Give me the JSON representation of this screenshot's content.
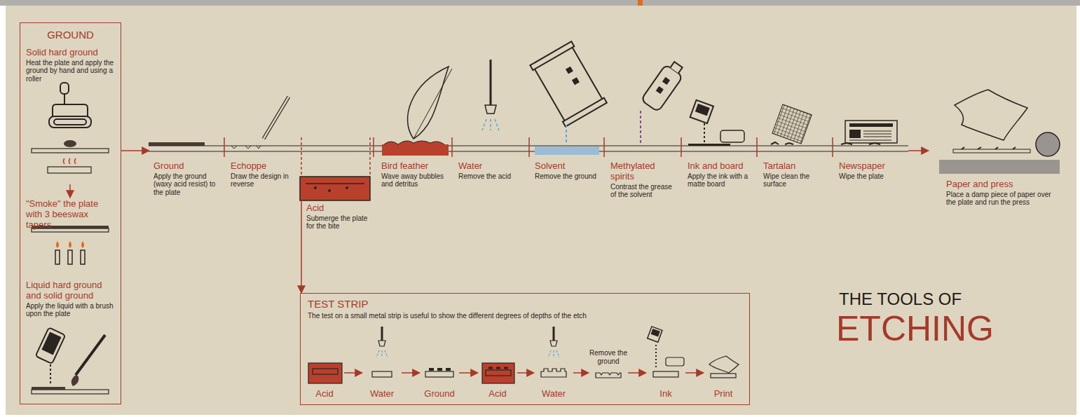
{
  "diagram": {
    "title": "THE TOOLS OF",
    "nodes": [
      {
        "text": [
          "GROUND"
        ]
      },
      {
        "text": [
          "Solid hard ground",
          "Heat the plate and apply the ground by hand and using a roller"
        ],
        "in": 0
      },
      {
        "text": [
          "\"Smoke\" the plate with 3 beeswax tapers"
        ],
        "in": 0
      },
      {
        "text": [
          "Liquid hard ground and solid ground",
          "Apply the liquid with a brush upon the plate"
        ],
        "in": 0
      },
      {
        "text": [
          "Ground",
          "Apply the ground (waxy acid resist) to the plate"
        ]
      },
      {
        "text": [
          "Echoppe",
          "Draw the design in reverse"
        ]
      },
      {
        "text": [
          "Acid",
          "Submerge the plate for the bite"
        ]
      },
      {
        "text": [
          "Bird feather",
          "Wave away bubbles and detritus"
        ]
      },
      {
        "text": [
          "Water",
          "Remove the acid"
        ]
      },
      {
        "text": [
          "Solvent",
          "Remove the ground"
        ]
      },
      {
        "text": [
          "Methylated spirits",
          "Contrast the grease of the solvent"
        ]
      },
      {
        "text": [
          "Ink and board",
          "Apply the ink with a matte board"
        ]
      },
      {
        "text": [
          "Tartalan",
          "Wipe clean the surface"
        ]
      },
      {
        "text": [
          "Newspaper",
          "Wipe the plate"
        ]
      },
      {
        "text": [
          "Paper and press",
          "Place a damp piece of paper over the plate and run the press"
        ]
      },
      {
        "text": [
          "TEST STRIP",
          "The test on a small metal strip is useful to show the different degrees of depths of the etch"
        ]
      },
      {
        "text": [
          "Acid"
        ],
        "in": 15
      },
      {
        "text": [
          "Water"
        ],
        "in": 15
      },
      {
        "text": [
          "Ground"
        ],
        "in": 15
      },
      {
        "text": [
          "Acid"
        ],
        "in": 15
      },
      {
        "text": [
          "Water"
        ],
        "in": 15
      },
      {
        "text": [
          "Remove the ground"
        ],
        "in": 15
      },
      {
        "text": [
          "Ink"
        ],
        "in": 15
      },
      {
        "text": [
          "Print"
        ],
        "in": 15
      }
    ],
    "edges": [
      {
        "from": 0,
        "to": 4,
        "arrow": "to"
      },
      {
        "from": 1,
        "to": 2,
        "arrow": "to"
      },
      {
        "from": 13,
        "to": 14,
        "arrow": "to"
      },
      {
        "from": 6,
        "to": 15,
        "arrow": "to"
      },
      {
        "from": 16,
        "to": 17,
        "arrow": "to"
      },
      {
        "from": 17,
        "to": 18,
        "arrow": "to"
      },
      {
        "from": 18,
        "to": 19,
        "arrow": "to"
      },
      {
        "from": 19,
        "to": 20,
        "arrow": "to"
      },
      {
        "from": 20,
        "to": 21,
        "arrow": "to"
      },
      {
        "from": 21,
        "to": 22,
        "arrow": "to"
      },
      {
        "from": 22,
        "to": 23,
        "arrow": "to"
      }
    ],
    "labels": [
      "ETCHING"
    ]
  }
}
